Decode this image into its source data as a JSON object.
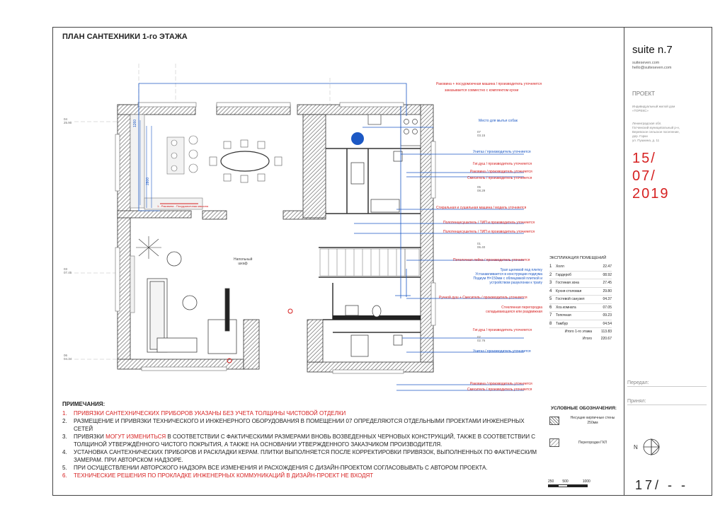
{
  "title": "ПЛАН САНТЕХНИКИ 1-го ЭТАЖА",
  "brand": "suite n.7",
  "contact": [
    "suiteseven.com",
    "hello@suiteseven.com"
  ],
  "project": {
    "heading": "ПРОЕКТ",
    "type_lines": [
      "Индивидуальный жилой дом",
      "«ТОРЕКС»"
    ],
    "address_lines": [
      "Ленинградская обл.",
      "Гатчинский муниципальный р-н,",
      "Веревское сельское поселение,",
      "дер. Горки",
      "ул. Пушкина, д. 11"
    ]
  },
  "date": [
    "15/",
    "07/",
    "2019"
  ],
  "fields": {
    "transferred": "Передал:",
    "received": "Принял:"
  },
  "page_number": "17/ - -",
  "notes": {
    "heading": "ПРИМЕЧАНИЯ:",
    "items": [
      {
        "n": "1.",
        "parts": [
          {
            "t": "ПРИВЯЗКИ САНТЕХНИЧЕСКИХ ПРИБОРОВ УКАЗАНЫ БЕЗ УЧЕТА ТОЛЩИНЫ ЧИСТОВОЙ ОТДЕЛКИ",
            "red": true
          }
        ]
      },
      {
        "n": "2.",
        "parts": [
          {
            "t": "РАЗМЕЩЕНИЕ И ПРИВЯЗКИ ТЕХНИЧЕСКОГО И ИНЖЕНЕРНОГО ОБОРУДОВАНИЯ В ПОМЕЩЕНИИ 07 ОПРЕДЕЛЯЮТСЯ ОТДЕЛЬНЫМИ ПРОЕКТАМИ ИНЖЕНЕРНЫХ СЕТЕЙ",
            "red": false
          }
        ]
      },
      {
        "n": "3.",
        "parts": [
          {
            "t": "ПРИВЯЗКИ ",
            "red": false
          },
          {
            "t": "МОГУТ ИЗМЕНИТЬСЯ",
            "red": true
          },
          {
            "t": " В СООТВЕТСТВИИ С ФАКТИЧЕСКИМИ РАЗМЕРАМИ ВНОВЬ ВОЗВЕДЕННЫХ  ЧЕРНОВЫХ КОНСТРУКЦИЙ, ТАКЖЕ В СООТВЕТСТВИИ С ТОЛЩИНОЙ УТВЕРЖДЁННОГО ЧИСТОГО ПОКРЫТИЯ, А ТАКЖЕ НА ОСНОВАНИИ УТВЕРЖДЕННОГО ЗАКАЗЧИКОМ ПРОИЗВОДИТЕЛЯ.",
            "red": false
          }
        ]
      },
      {
        "n": "4.",
        "parts": [
          {
            "t": "УСТАНОВКА САНТЕХНИЧЕСКИХ ПРИБОРОВ И РАСКЛАДКИ КЕРАМ. ПЛИТКИ ВЫПОЛНЯЕТСЯ ПОСЛЕ КОРРЕКТИРОВКИ ПРИВЯЗОК, ВЫПОЛНЕННЫХ ПО ФАКТИЧЕСКИМ ЗАМЕРАМ. ПРИ АВТОРСКОМ НАДЗОРЕ.",
            "red": false
          }
        ]
      },
      {
        "n": "5.",
        "parts": [
          {
            "t": "ПРИ ОСУЩЕСТВЛЕНИИ АВТОРСКОГО НАДЗОРА ВСЕ ИЗМЕНЕНИЯ  И РАСХОЖДЕНИЯ С ДИЗАЙН-ПРОЕКТОМ СОГЛАСОВЫВАТЬ С АВТОРОМ ПРОЕКТА.",
            "red": false
          }
        ]
      },
      {
        "n": "6.",
        "parts": [
          {
            "t": "ТЕХНИЧЕСКИЕ РЕШЕНИЯ ПО ПРОКЛАДКЕ ИНЖЕНЕРНЫХ КОММУНИКАЦИЙ В ДИЗАЙН-ПРОЕКТ НЕ ВХОДЯТ",
            "red": true
          }
        ]
      }
    ]
  },
  "legend": {
    "heading": "УСЛОВНЫЕ ОБОЗНАЧЕНИЯ:",
    "items": [
      {
        "label": "Несущие кирпичные стены 250мм"
      },
      {
        "label": "Перегородки ГКЛ"
      }
    ]
  },
  "scale_labels": [
    "250",
    "500",
    "1000"
  ],
  "explication": {
    "heading": "ЭКСПЛИКАЦИЯ ПОМЕЩЕНИЙ",
    "rows": [
      {
        "n": "1",
        "name": "Холл",
        "area": "22.47"
      },
      {
        "n": "2",
        "name": "Гардероб",
        "area": "08.92"
      },
      {
        "n": "3",
        "name": "Гостиная зона",
        "area": "27.45"
      },
      {
        "n": "4",
        "name": "Кухня-столовая",
        "area": "29.80"
      },
      {
        "n": "5",
        "name": "Гостевой санузел",
        "area": "04.37"
      },
      {
        "n": "6",
        "name": "Хоз.комната",
        "area": "07.05"
      },
      {
        "n": "7",
        "name": "Топочная",
        "area": "09.23"
      },
      {
        "n": "8",
        "name": "Тамбур",
        "area": "04.54"
      }
    ],
    "subtotal": {
      "label": "Итого 1-го этажа",
      "area": "113.83"
    },
    "total": {
      "label": "Итого",
      "area": "220.67"
    }
  },
  "annotations": {
    "top_sink": "Раковина + посудомоечная машина / производитель уточняется",
    "top_sink_note": "заказывается совместно с комплектом кухни",
    "dog_wash": "Место для мытья собак",
    "toilet1": "Унитаз / производитель уточняется",
    "hyg_shower1": "Гиг.душ / производитель уточняется",
    "basin1": "Раковина / производитель уточняется",
    "mixer1": "Смеситель / производитель уточняется",
    "washer": "Стиральная и сушильная машина  / модель уточняется",
    "towel1": "Полотенцесушитель / ТИП и производитель уточняется",
    "towel2": "Полотенцесушитель / ТИП и производитель уточняется",
    "ceiling_shower": "Потолочная лейка / производитель уточняется",
    "tray_lines": [
      "Трап щелевой под плитку",
      "Устанавливается в конструкции подиума",
      "Подиум H=150мм с облицовкой плиткой и",
      "устройством разуклонки к трапу"
    ],
    "hand_shower": "Ручной душ + Смеситель / производитель уточняется",
    "glass_lines": [
      "Стеклянная перегородка",
      "складывающаяся или раздвижная"
    ],
    "hyg_shower2": "Гиг.душ / производитель уточняется",
    "toilet2": "Унитаз / производитель уточняется",
    "basin2": "Раковина / производитель уточняется",
    "mixer2": "Смеситель / производитель уточняется",
    "floor_cabinet": "Напольный шкаф",
    "kitchen_dim": "1 - Раковина - Посудомоечная машина",
    "dim_vertical1": "1260",
    "dim_vertical2": "2800",
    "axis_labels": [
      "04\n25.90",
      "03\n07.45",
      "06\n04.34",
      "07\n03.15",
      "01\n06.40",
      "02\n02.76",
      "05\n08.29"
    ]
  },
  "colors": {
    "accent_red": "#d62020",
    "pipe_blue": "#1c58c4"
  }
}
